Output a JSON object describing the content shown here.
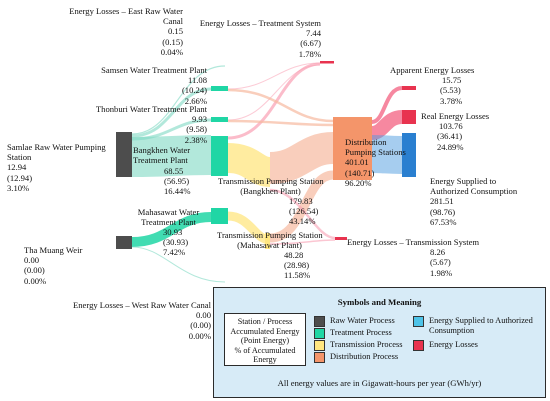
{
  "colors": {
    "raw": "#4d4d4d",
    "treatment": "#20d6a5",
    "transmission": "#ffe680",
    "distribution": "#f4956a",
    "supplied": "#2a7fd0",
    "losses": "#e8334f"
  },
  "nodes": {
    "east_canal_loss": {
      "name": "Energy Losses – East Raw Water Canal",
      "name_l1": "Energy Losses – East Raw Water",
      "name_l2": "Canal",
      "v1": "0.15",
      "v2": "(0.15)",
      "pct": "0.04%"
    },
    "treatment_loss": {
      "name": "Energy Losses – Treatment System",
      "v1": "7.44",
      "v2": "(6.67)",
      "pct": "1.78%"
    },
    "samsen": {
      "name": "Samsen Water Treatment Plant",
      "v1": "11.08",
      "v2": "(10.24)",
      "pct": "2.66%"
    },
    "thonburi": {
      "name": "Thonburi Water Treatment Plant",
      "v1": "9.93",
      "v2": "(9.58)",
      "pct": "2.38%"
    },
    "samlae": {
      "name_l1": "Samlae Raw Water Pumping",
      "name_l2": "Station",
      "v1": "12.94",
      "v2": "(12.94)",
      "pct": "3.10%"
    },
    "bangkhen": {
      "name_l1": "Bangkhen Water",
      "name_l2": "Treatment Plant",
      "v1": "68.55",
      "v2": "(56.95)",
      "pct": "16.44%"
    },
    "tp_bangkhen": {
      "name_l1": "Transmission Pumping Station",
      "name_l2": "(Bangkhen Plant)",
      "v1": "179.83",
      "v2": "(126.54)",
      "pct": "43.14%"
    },
    "mahasawat_wtp": {
      "name_l1": "Mahasawat Water",
      "name_l2": "Treatment Plant",
      "v1": "30.93",
      "v2": "(30.93)",
      "pct": "7.42%"
    },
    "tp_mahasawat": {
      "name_l1": "Transmission Pumping Station",
      "name_l2": "(Mahasawat Plant)",
      "v1": "48.28",
      "v2": "(28.98)",
      "pct": "11.58%"
    },
    "tha_muang": {
      "name": "Tha Muang Weir",
      "v1": "0.00",
      "v2": "(0.00)",
      "pct": "0.00%"
    },
    "west_canal_loss": {
      "name": "Energy Losses – West Raw Water Canal",
      "v1": "0.00",
      "v2": "(0.00)",
      "pct": "0.00%"
    },
    "distribution": {
      "name_l1": "Distribution",
      "name_l2": "Pumping Stations",
      "v1": "401.01",
      "v2": "(140.71)",
      "pct": "96.20%"
    },
    "apparent_loss": {
      "name": "Apparent Energy Losses",
      "v1": "15.75",
      "v2": "(5.53)",
      "pct": "3.78%"
    },
    "real_loss": {
      "name": "Real Energy Losses",
      "v1": "103.76",
      "v2": "(36.41)",
      "pct": "24.89%"
    },
    "supplied": {
      "name_l1": "Energy Supplied to",
      "name_l2": "Authorized Consumption",
      "v1": "281.51",
      "v2": "(98.76)",
      "pct": "67.53%"
    },
    "transmission_loss": {
      "name": "Energy Losses – Transmission System",
      "v1": "8.26",
      "v2": "(5.67)",
      "pct": "1.98%"
    }
  },
  "legend": {
    "title": "Symbols and Meaning",
    "key_l1": "Station / Process",
    "key_l2": "Accumulated Energy",
    "key_l3": "(Point Energy)",
    "key_l4": "% of Accumulated",
    "key_l5": "Energy",
    "items": {
      "raw": "Raw Water Process",
      "treatment": "Treatment Process",
      "transmission": "Transmission Process",
      "distribution": "Distribution Process",
      "supplied_l1": "Energy Supplied to Authorized",
      "supplied_l2": "Consumption",
      "losses": "Energy Losses"
    },
    "footnote": "All energy values are in Gigawatt-hours per year (GWh/yr)"
  }
}
